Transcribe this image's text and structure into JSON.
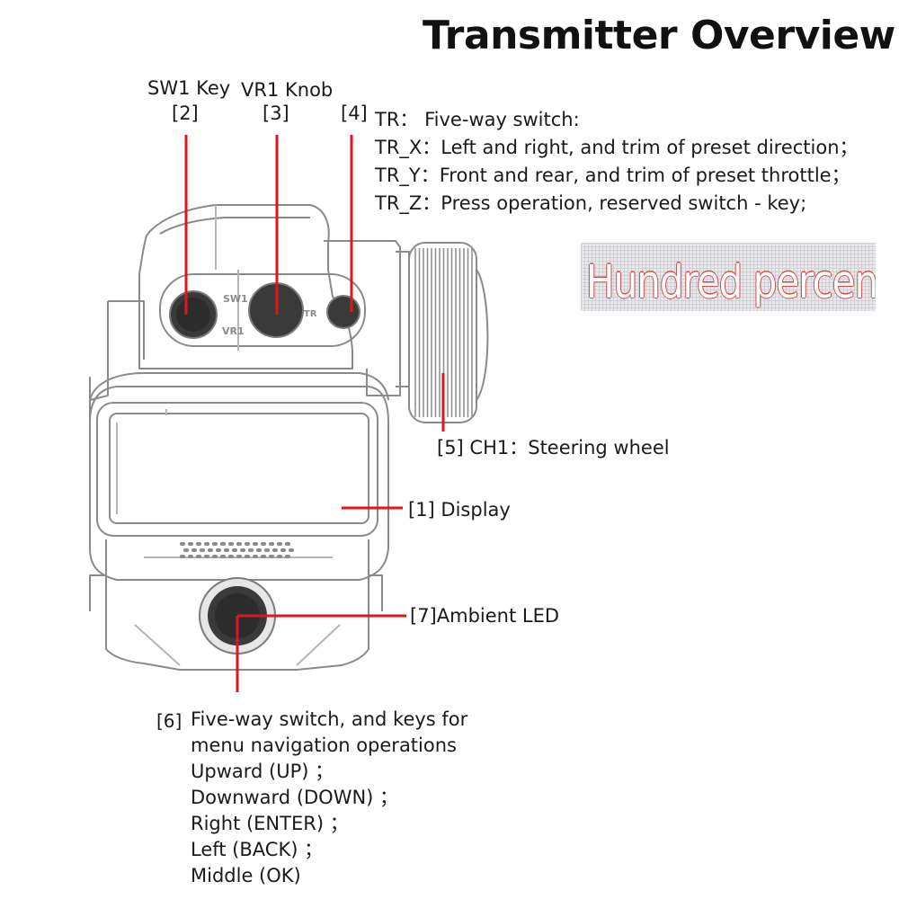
{
  "title": "Transmitter Overview",
  "labels": {
    "sw1_name": "SW1 Key",
    "sw1_num": "[2]",
    "vr1_name": "VR1 Knob",
    "vr1_num": "[3]",
    "tr_num": "[4]",
    "ch1": "[5] CH1：Steering wheel",
    "display": "[1] Display",
    "ambient": "[7]Ambient LED"
  },
  "tr_lines": [
    "TR： Five-way switch:",
    "TR_X：Left and right, and trim of preset direction；",
    "TR_Y：Front and rear, and trim of preset throttle；",
    "TR_Z：Press operation, reserved switch - key;"
  ],
  "nav": {
    "num": "[6]",
    "lines": [
      "Five-way switch, and keys for",
      "menu navigation operations",
      "Upward (UP) ；",
      "Downward (DOWN) ；",
      "Right (ENTER) ；",
      "Left (BACK) ；",
      "Middle (OK)"
    ]
  },
  "device_marks": {
    "sw1": "SW1",
    "vr1": "VR1",
    "tr": "TR"
  },
  "stamp_text": "Hundred percent",
  "colors": {
    "callout": "#e0161b",
    "outline": "#8a8a8a",
    "stamp_outline": "#d24a4a"
  }
}
